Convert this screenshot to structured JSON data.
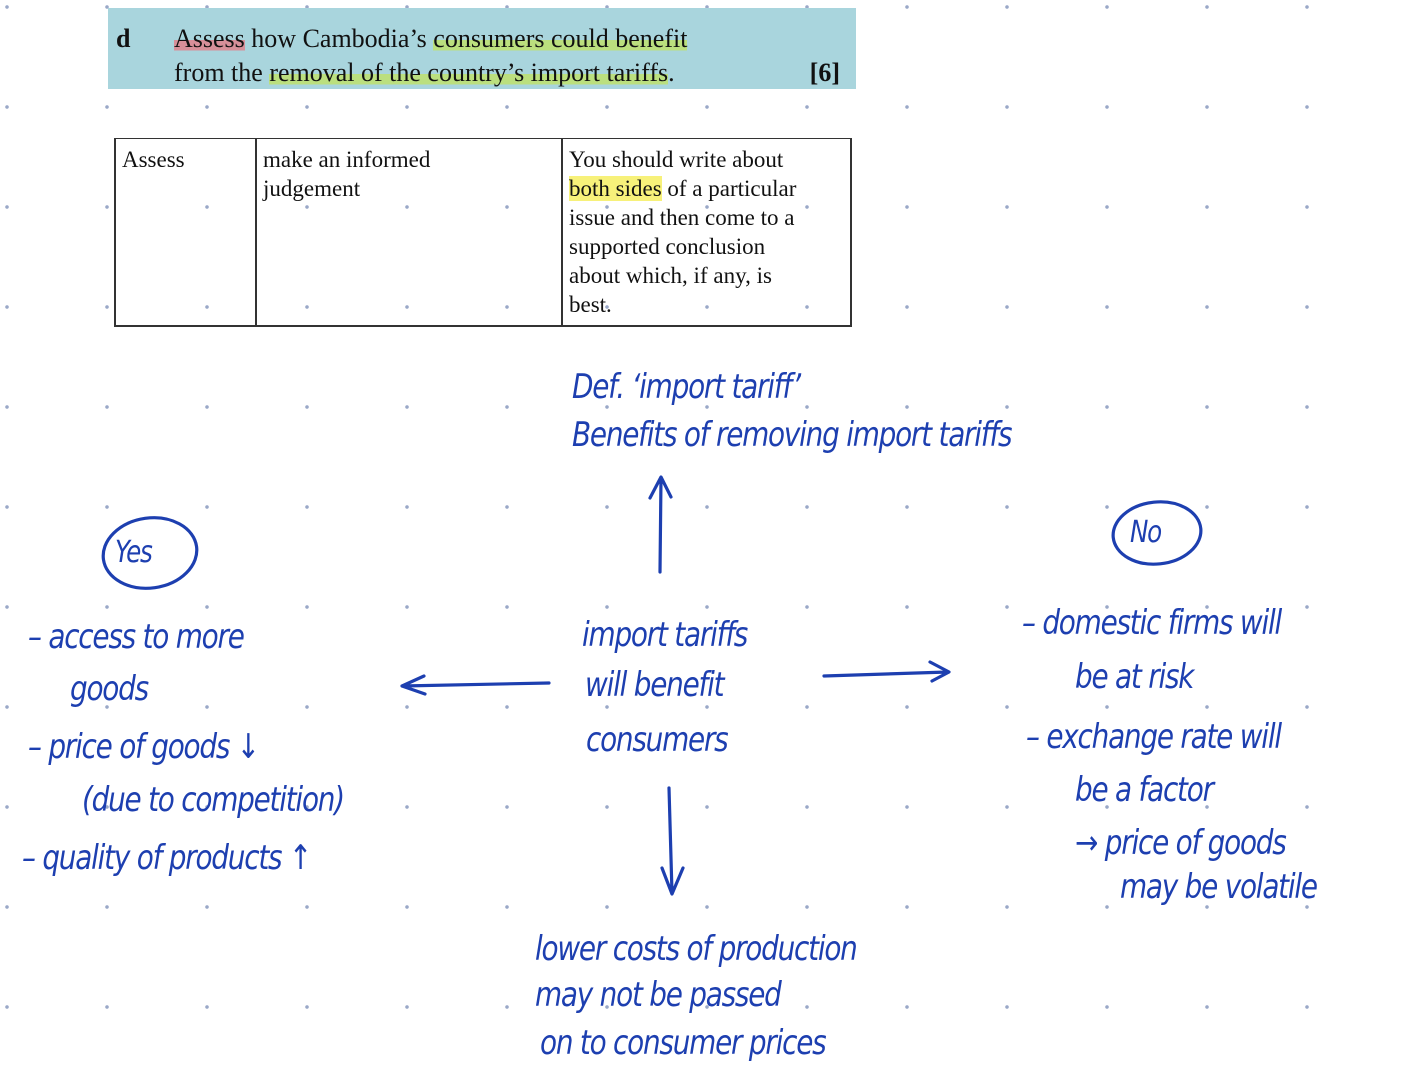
{
  "question": {
    "letter": "d",
    "w_assess": "Assess",
    "w_how": " how Cambodia’s ",
    "w_consumers": "consumers could benefit",
    "w_from": "from the ",
    "w_removal": "removal of the country’s import tariffs",
    "w_period": ".",
    "marks": "[6]"
  },
  "definition": {
    "term": "Assess",
    "meaning_line1": "make an informed",
    "meaning_line2": "judgement",
    "guidance_line1": "You should write about",
    "guidance_highlight": "both sides",
    "guidance_line2_rest": " of a particular",
    "guidance_line3": "issue and then come to a",
    "guidance_line4": "supported conclusion",
    "guidance_line5": "about which, if any, is",
    "guidance_line6": "best."
  },
  "notes": {
    "top_line1": "Def. ‘import tariff’",
    "top_line2": "Benefits of removing import tariffs",
    "center_line1": "import tariffs",
    "center_line2": "will benefit",
    "center_line3": "consumers",
    "yes_label": "Yes",
    "no_label": "No",
    "yes_points": [
      "– access to more",
      "goods",
      "– price of goods ↓",
      "(due to competition)",
      "– quality of products ↑"
    ],
    "no_points": [
      "– domestic firms will",
      "be at risk",
      "– exchange rate will",
      "be a factor",
      "→ price of goods",
      "may be volatile"
    ],
    "bottom_line1": "lower costs of production",
    "bottom_line2": "may not be passed",
    "bottom_line3": "on to consumer prices"
  },
  "colors": {
    "ink": "#1d3fb0",
    "question_bg": "#a9d5dd",
    "highlight_green": "#bee16e",
    "highlight_red": "#e67882",
    "highlight_yellow": "#f7f17a"
  }
}
